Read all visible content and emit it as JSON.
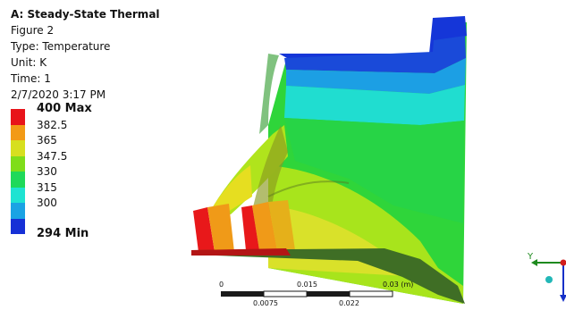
{
  "header": {
    "title": "A: Steady-State Thermal",
    "lines": [
      "Figure 2",
      "Type: Temperature",
      "Unit: K",
      "Time: 1",
      "2/7/2020 3:17 PM"
    ]
  },
  "legend": {
    "levels": [
      {
        "label": "400 Max",
        "color": "#e8141a",
        "bold": true
      },
      {
        "label": "382.5",
        "color": "#f29a16",
        "bold": false
      },
      {
        "label": "365",
        "color": "#d7df1f",
        "bold": false
      },
      {
        "label": "347.5",
        "color": "#7fdd1a",
        "bold": false
      },
      {
        "label": "330",
        "color": "#1fd95a",
        "bold": false
      },
      {
        "label": "315",
        "color": "#1ee3d2",
        "bold": false
      },
      {
        "label": "300",
        "color": "#1aa3e4",
        "bold": false
      },
      {
        "label": "294 Min",
        "color": "#1630d6",
        "bold": true
      }
    ]
  },
  "scale_bar": {
    "top_labels": [
      "0",
      "0.015",
      "0.03 (m)"
    ],
    "bottom_labels": [
      "0.0075",
      "0.022"
    ]
  },
  "triad": {
    "axis_label": "Y"
  }
}
